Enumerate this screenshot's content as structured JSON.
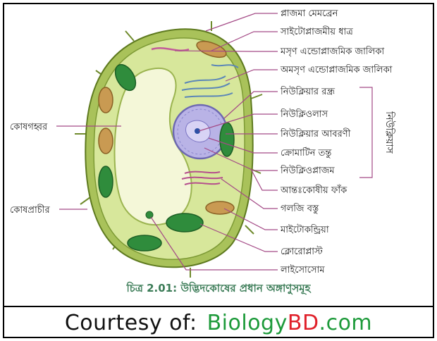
{
  "labels": {
    "plasma_membrane": "প্লাজমা মেমব্রেন",
    "cytoplasm": "সাইটোপ্লাজমীয় ধাত্র",
    "smooth_er": "মসৃণ এন্ডোপ্লাজমিক জালিকা",
    "rough_er": "অমসৃণ এন্ডোপ্লাজমিক জালিকা",
    "nuclear_pore": "নিউক্লিয়ার রন্ধ্র",
    "nucleolus": "নিউক্লিওলাস",
    "nuclear_envelope": "নিউক্লিয়ার আবরণী",
    "chromatin": "ক্রোমাটিন তন্তু",
    "nucleoplasm": "নিউক্লিওপ্লাজম",
    "intercellular_space": "আন্তঃকোষীয় ফাঁক",
    "golgi": "গলজি বস্তু",
    "mitochondria": "মাইটোকন্ড্রিয়া",
    "chloroplast": "ক্লোরোপ্লাস্ট",
    "lysosome": "লাইসোসোম",
    "vacuole": "কোষগহ্বর",
    "cell_wall": "কোষপ্রাচীর",
    "nucleus_group": "নিউক্লিয়াস"
  },
  "caption": "চিত্র 2.01: উদ্ভিদকোষের প্রধান অঙ্গাণুসমূহ",
  "footer": {
    "prefix": "Courtesy of:",
    "brand_a": "Biology",
    "brand_b": "BD",
    "brand_c": ".com"
  },
  "colors": {
    "cytoplasm": "#d7e79b",
    "cell_wall": "#a9c25a",
    "vacuole": "#f4f7d8",
    "nucleus": "#b9b3e6",
    "chloroplast": "#2f8c3c",
    "mitochondria": "#c99a52",
    "leader_line": "#a44a86"
  }
}
